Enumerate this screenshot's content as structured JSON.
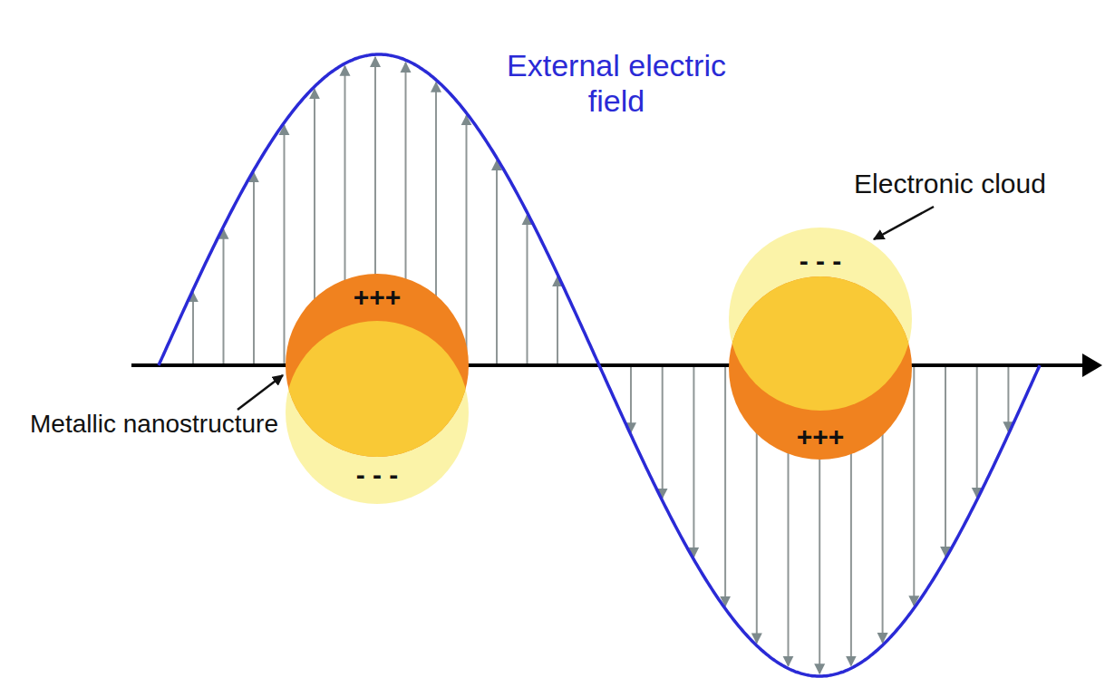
{
  "diagram": {
    "labels": [
      "External electric field",
      "Electronic cloud",
      "- - -",
      "+++",
      "Metallic nanostructure",
      "+++",
      "- - -"
    ]
  }
}
